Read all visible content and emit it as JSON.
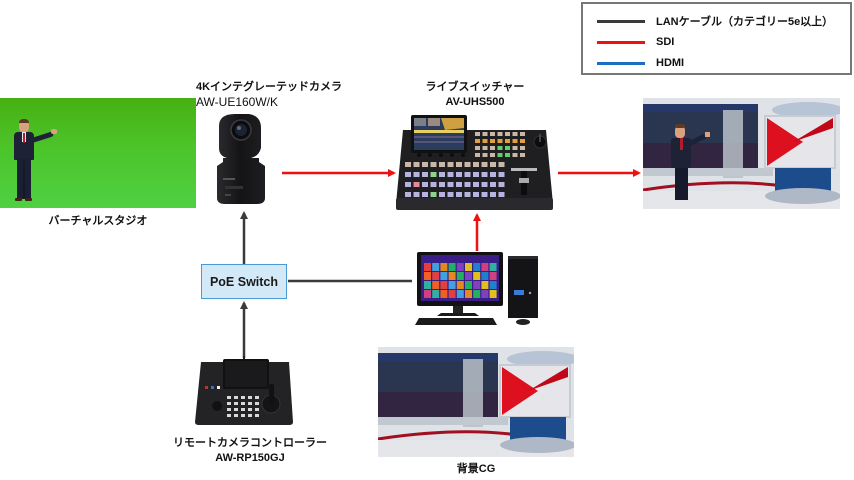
{
  "legend": {
    "items": [
      {
        "label": "LANケーブル（カテゴリー5e以上）",
        "color": "#3a3a3a"
      },
      {
        "label": "SDI",
        "color": "#ee1111"
      },
      {
        "label": "HDMI",
        "color": "#1a6fc2"
      }
    ]
  },
  "nodes": {
    "studio": {
      "label": "バーチャルスタジオ"
    },
    "camera": {
      "label_line1": "4Kインテグレーテッドカメラ",
      "label_line2": "AW-UE160W/K"
    },
    "switcher": {
      "label_line1": "ライブスイッチャー",
      "label_line2": "AV-UHS500"
    },
    "poe_switch": {
      "label": "PoE Switch"
    },
    "controller": {
      "label_line1": "リモートカメラコントローラー",
      "label_line2": "AW-RP150GJ"
    },
    "background_cg": {
      "label": "背景CG"
    },
    "pc": {
      "label": ""
    },
    "output": {
      "label": ""
    }
  },
  "connections": [
    {
      "from": "camera",
      "to": "switcher",
      "type": "SDI"
    },
    {
      "from": "switcher",
      "to": "output",
      "type": "SDI"
    },
    {
      "from": "pc",
      "to": "switcher",
      "type": "SDI"
    },
    {
      "from": "poe_switch",
      "to": "camera",
      "type": "LAN"
    },
    {
      "from": "controller",
      "to": "poe_switch",
      "type": "LAN"
    },
    {
      "from": "poe_switch",
      "to": "pc",
      "type": "LAN"
    }
  ],
  "colors": {
    "lan": "#3a3a3a",
    "sdi": "#ee1111",
    "hdmi": "#1a6fc2",
    "poe_fill": "#d4e9f8",
    "poe_border": "#4a9bd3",
    "green_screen": "#4cc42a"
  }
}
